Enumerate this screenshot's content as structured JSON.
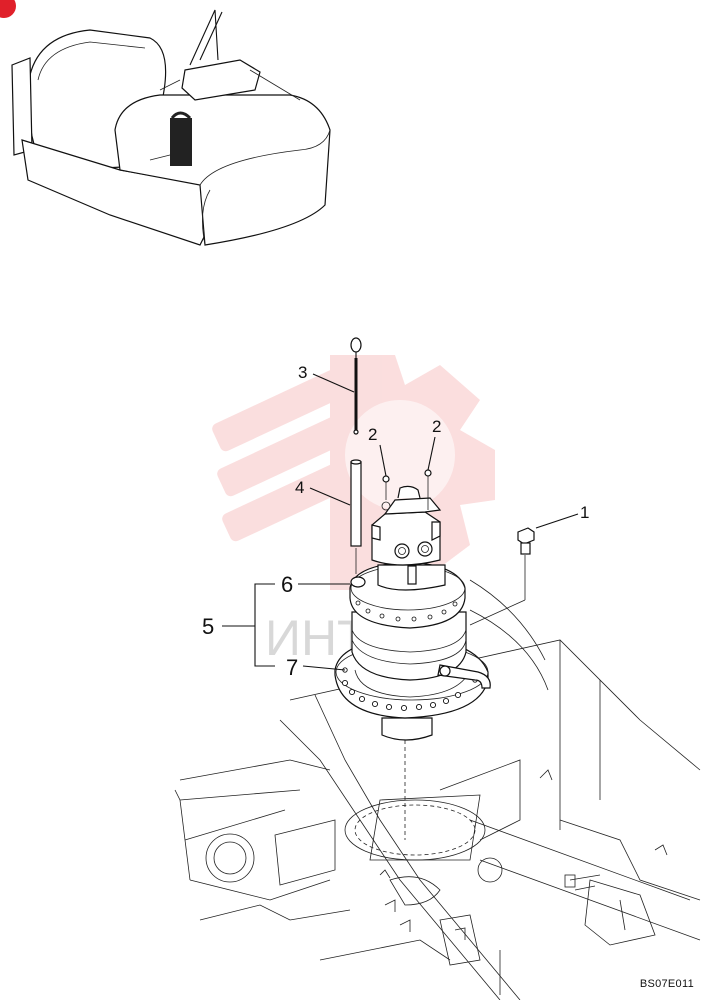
{
  "callouts": {
    "c1": "1",
    "c2a": "2",
    "c2b": "2",
    "c3": "3",
    "c4": "4",
    "c5": "5",
    "c6": "6",
    "c7": "7"
  },
  "watermark_text": "ИНТЕХ",
  "drawing_code": "BS07E011",
  "colors": {
    "line": "#111111",
    "watermark": "#f08a8a",
    "corner_badge": "#e0202a"
  },
  "icons": {
    "corner_badge": "red-corner-badge-icon",
    "watermark_logo": "gear-watermark-icon"
  }
}
